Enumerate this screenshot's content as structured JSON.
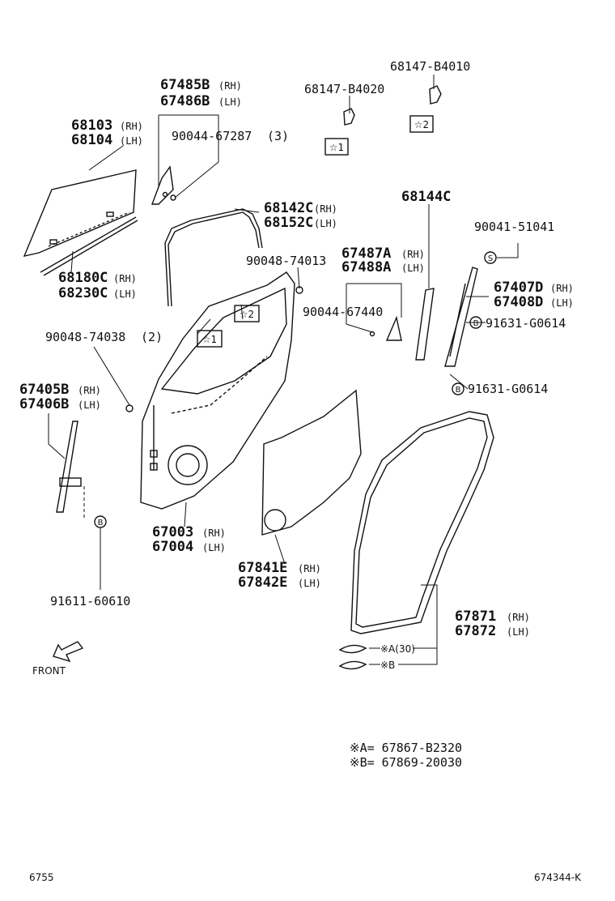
{
  "diagram": {
    "parts": [
      {
        "id": "p68103",
        "number": "68103",
        "side": "(RH)"
      },
      {
        "id": "p68104",
        "number": "68104",
        "side": "(LH)"
      },
      {
        "id": "p67485B",
        "number": "67485B",
        "side": "(RH)"
      },
      {
        "id": "p67486B",
        "number": "67486B",
        "side": "(LH)"
      },
      {
        "id": "p90044_67287",
        "number": "90044-67287",
        "side": "(3)"
      },
      {
        "id": "p68147_B4020",
        "number": "68147-B4020",
        "side": ""
      },
      {
        "id": "p68147_B4010",
        "number": "68147-B4010",
        "side": ""
      },
      {
        "id": "p68142C",
        "number": "68142C",
        "side": "(RH)"
      },
      {
        "id": "p68152C",
        "number": "68152C",
        "side": "(LH)"
      },
      {
        "id": "p68144C",
        "number": "68144C",
        "side": ""
      },
      {
        "id": "p90041_51041",
        "number": "90041-51041",
        "side": ""
      },
      {
        "id": "p68180C",
        "number": "68180C",
        "side": "(RH)"
      },
      {
        "id": "p68230C",
        "number": "68230C",
        "side": "(LH)"
      },
      {
        "id": "p90048_74013",
        "number": "90048-74013",
        "side": ""
      },
      {
        "id": "p67487A",
        "number": "67487A",
        "side": "(RH)"
      },
      {
        "id": "p67488A",
        "number": "67488A",
        "side": "(LH)"
      },
      {
        "id": "p67407D",
        "number": "67407D",
        "side": "(RH)"
      },
      {
        "id": "p67408D",
        "number": "67408D",
        "side": "(LH)"
      },
      {
        "id": "p90044_67440",
        "number": "90044-67440",
        "side": ""
      },
      {
        "id": "p91631_G0614_a",
        "number": "91631-G0614",
        "side": ""
      },
      {
        "id": "p90048_74038",
        "number": "90048-74038",
        "side": "(2)"
      },
      {
        "id": "p91631_G0614_b",
        "number": "91631-G0614",
        "side": ""
      },
      {
        "id": "p67405B",
        "number": "67405B",
        "side": "(RH)"
      },
      {
        "id": "p67406B",
        "number": "67406B",
        "side": "(LH)"
      },
      {
        "id": "p67003",
        "number": "67003",
        "side": "(RH)"
      },
      {
        "id": "p67004",
        "number": "67004",
        "side": "(LH)"
      },
      {
        "id": "p67841E",
        "number": "67841E",
        "side": "(RH)"
      },
      {
        "id": "p67842E",
        "number": "67842E",
        "side": "(LH)"
      },
      {
        "id": "p91611_60610",
        "number": "91611-60610",
        "side": ""
      },
      {
        "id": "p67871",
        "number": "67871",
        "side": "(RH)"
      },
      {
        "id": "p67872",
        "number": "67872",
        "side": "(LH)"
      }
    ],
    "markers": {
      "star1": "☆1",
      "star2": "☆2",
      "b": "B",
      "s": "S",
      "clip_a": "※A(30)",
      "clip_b": "※B"
    },
    "notes": {
      "a": "※A= 67867-B2320",
      "b": "※B= 67869-20030"
    },
    "front": "FRONT",
    "footer_left": "6755",
    "footer_right": "674344-K"
  }
}
